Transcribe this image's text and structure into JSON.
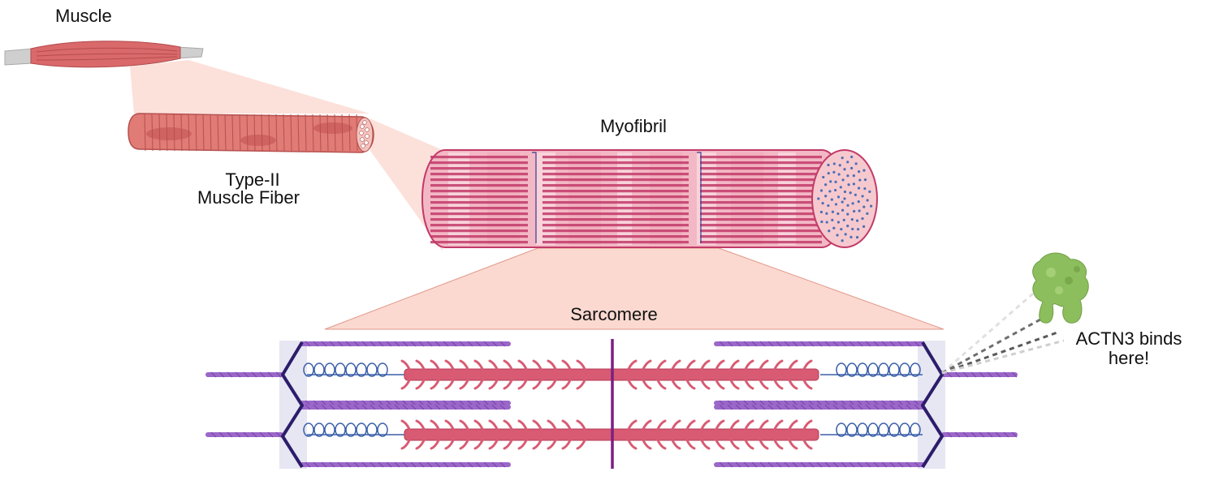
{
  "labels": {
    "muscle": "Muscle",
    "fiber_line1": "Type-II",
    "fiber_line2": "Muscle Fiber",
    "myofibril": "Myofibril",
    "sarcomere": "Sarcomere",
    "actn3_line1": "ACTN3 binds",
    "actn3_line2": "here!"
  },
  "colors": {
    "muscle": "#d9696a",
    "tendon": "#c8c8c8",
    "fiber": "#e07b76",
    "myofibril_pink": "#f3b8c5",
    "myofibril_stripe": "#c23a68",
    "zoom_fill": "#fbd9d0",
    "zoom_stroke": "#e2988a",
    "actin": "#9b67c9",
    "titin": "#3a5fa8",
    "myosin": "#d85b73",
    "z_disc": "#2c1d6b",
    "m_line": "#7b1f83",
    "z_band": "#e7e6f3",
    "protein": "#8dbe5d"
  }
}
